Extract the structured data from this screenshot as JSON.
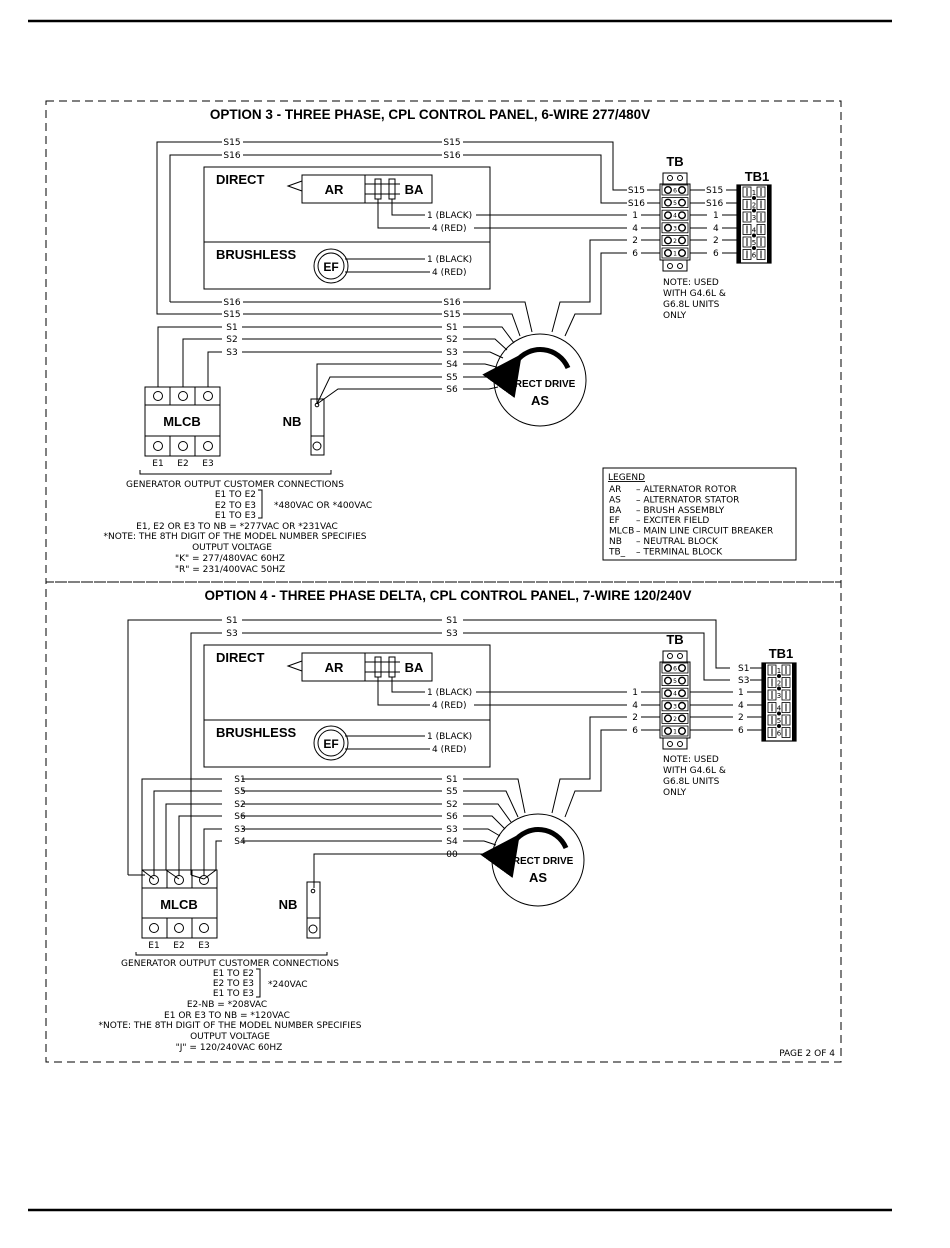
{
  "page": {
    "page_number": "PAGE 2 OF 4"
  },
  "option3": {
    "title": "OPTION 3 - THREE PHASE, CPL CONTROL PANEL, 6-WIRE 277/480V",
    "direct_label": "DIRECT",
    "brushless_label": "BRUSHLESS",
    "ar_label": "AR",
    "ba_label": "BA",
    "ef_label": "EF",
    "mlcb_label": "MLCB",
    "nb_label": "NB",
    "as_label_1": "DIRECT DRIVE",
    "as_label_2": "AS",
    "tb_label": "TB",
    "tb1_label": "TB1",
    "rotor_wires": [
      "1 (BLACK)",
      "4 (RED)"
    ],
    "exciter_wires": [
      "1 (BLACK)",
      "4 (RED)"
    ],
    "top_wires": [
      "S15",
      "S16"
    ],
    "bottom_wires": [
      "S16",
      "S15",
      "S1",
      "S2",
      "S3",
      "S4",
      "S5",
      "S6"
    ],
    "tb_left": [
      "S15",
      "S16",
      "1",
      "4",
      "2",
      "6"
    ],
    "tb_right": [
      "S15",
      "S16",
      "1",
      "4",
      "2",
      "6"
    ],
    "tb_note": [
      "NOTE: USED",
      "WITH G4.6L &",
      "G6.8L UNITS",
      "ONLY"
    ],
    "terminals": [
      "E1",
      "E2",
      "E3"
    ],
    "connections_title": "GENERATOR OUTPUT CUSTOMER CONNECTIONS",
    "connections": [
      "E1 TO E2",
      "E2 TO E3",
      "E1 TO E3"
    ],
    "connection_voltage": "*480VAC OR *400VAC",
    "nb_line": "E1, E2 OR E3 TO NB = *277VAC OR *231VAC",
    "note_line_1": "*NOTE: THE 8TH DIGIT OF THE MODEL NUMBER SPECIFIES",
    "note_line_2": "OUTPUT VOLTAGE",
    "voltage_codes": [
      "\"K\" = 277/480VAC 60HZ",
      "\"R\" = 231/400VAC 50HZ"
    ],
    "legend": {
      "title": "LEGEND",
      "items": [
        {
          "code": "AR",
          "desc": "– ALTERNATOR ROTOR"
        },
        {
          "code": "AS",
          "desc": "– ALTERNATOR STATOR"
        },
        {
          "code": "BA",
          "desc": "– BRUSH ASSEMBLY"
        },
        {
          "code": "EF",
          "desc": "– EXCITER FIELD"
        },
        {
          "code": "MLCB",
          "desc": "– MAIN LINE CIRCUIT BREAKER"
        },
        {
          "code": "NB",
          "desc": "– NEUTRAL BLOCK"
        },
        {
          "code": "TB_",
          "desc": "– TERMINAL BLOCK"
        }
      ]
    }
  },
  "option4": {
    "title": "OPTION 4 - THREE PHASE DELTA, CPL CONTROL PANEL, 7-WIRE 120/240V",
    "direct_label": "DIRECT",
    "brushless_label": "BRUSHLESS",
    "ar_label": "AR",
    "ba_label": "BA",
    "ef_label": "EF",
    "mlcb_label": "MLCB",
    "nb_label": "NB",
    "as_label_1": "DIRECT DRIVE",
    "as_label_2": "AS",
    "tb_label": "TB",
    "tb1_label": "TB1",
    "rotor_wires": [
      "1 (BLACK)",
      "4 (RED)"
    ],
    "exciter_wires": [
      "1 (BLACK)",
      "4 (RED)"
    ],
    "top_wires": [
      "S1",
      "S3"
    ],
    "bottom_wires": [
      "S1",
      "S5",
      "S2",
      "S6",
      "S3",
      "S4",
      "00"
    ],
    "tb_left": [
      "1",
      "4",
      "2",
      "6"
    ],
    "tb1_left": [
      "S1",
      "S3",
      "1",
      "4",
      "2",
      "6"
    ],
    "tb_note": [
      "NOTE: USED",
      "WITH G4.6L &",
      "G6.8L UNITS",
      "ONLY"
    ],
    "terminals": [
      "E1",
      "E2",
      "E3"
    ],
    "connections_title": "GENERATOR OUTPUT CUSTOMER CONNECTIONS",
    "connections": [
      "E1 TO E2",
      "E2 TO E3",
      "E1 TO E3"
    ],
    "connection_voltage": "*240VAC",
    "nb_lines": [
      "E2-NB = *208VAC",
      "E1 OR E3 TO NB = *120VAC"
    ],
    "note_line_1": "*NOTE: THE 8TH DIGIT OF THE MODEL NUMBER SPECIFIES",
    "note_line_2": "OUTPUT VOLTAGE",
    "voltage_codes": [
      "\"J\" = 120/240VAC 60HZ"
    ]
  }
}
